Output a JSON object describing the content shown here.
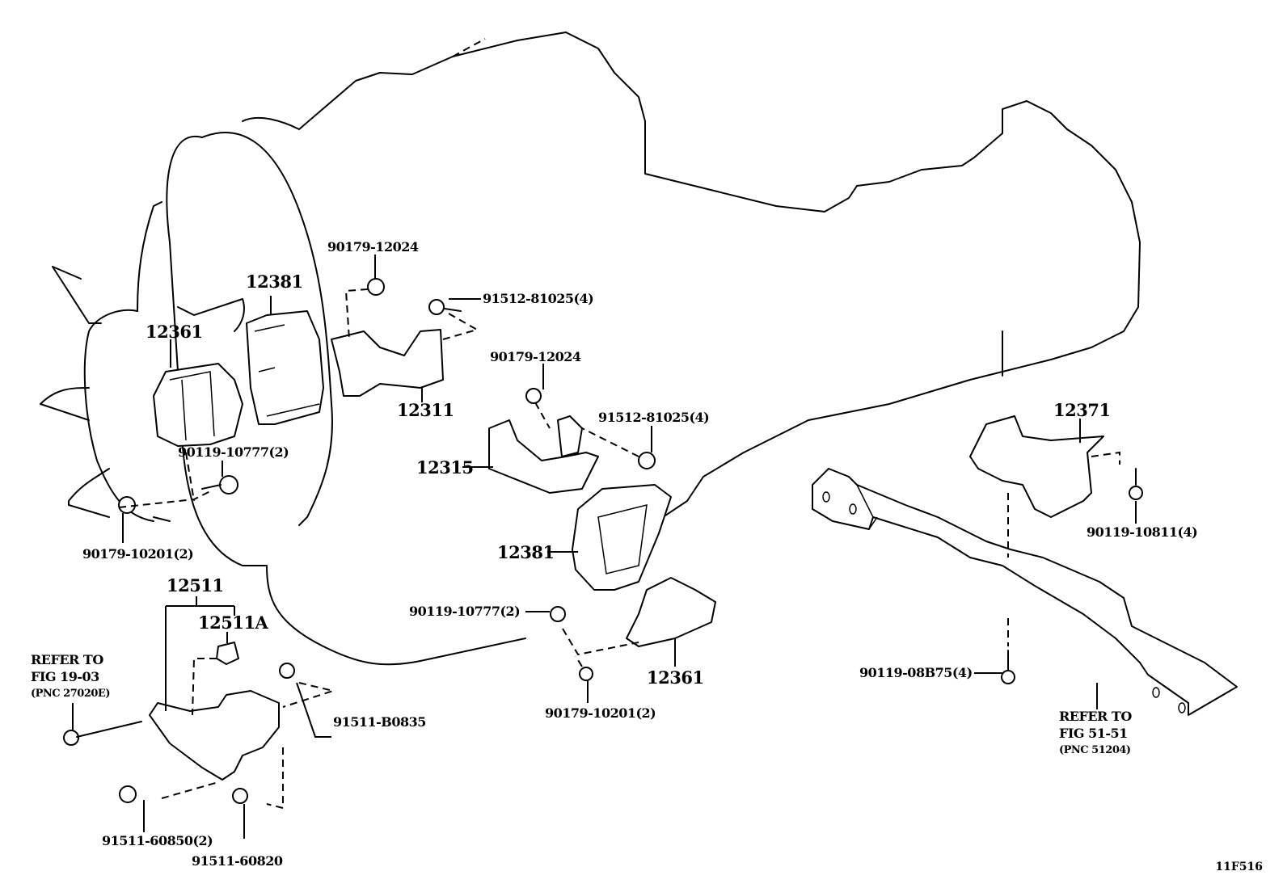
{
  "figure_id": "11F516",
  "labels": {
    "p12381_top": "12381",
    "p12361_left": "12361",
    "p90119_10777_left": "90119-10777(2)",
    "p90179_10201_left": "90179-10201(2)",
    "p90179_12024_top": "90179-12024",
    "p91512_81025_top": "91512-81025(4)",
    "p12311": "12311",
    "p90179_12024_mid": "90179-12024",
    "p91512_81025_mid": "91512-81025(4)",
    "p12315": "12315",
    "p12381_mid": "12381",
    "p90119_10777_mid": "90119-10777(2)",
    "p12361_mid": "12361",
    "p90179_10201_mid": "90179-10201(2)",
    "p12371": "12371",
    "p90119_10811": "90119-10811(4)",
    "p90119_08b75": "90119-08B75(4)",
    "p12511": "12511",
    "p12511a": "12511A",
    "p91511_b0835": "91511-B0835",
    "p91511_60850": "91511-60850(2)",
    "p91511_60820": "91511-60820"
  },
  "references": {
    "left": {
      "line1": "REFER TO",
      "line2": "FIG 19-03",
      "line3": "(PNC 27020E)"
    },
    "right": {
      "line1": "REFER TO",
      "line2": "FIG 51-51",
      "line3": "(PNC 51204)"
    }
  }
}
